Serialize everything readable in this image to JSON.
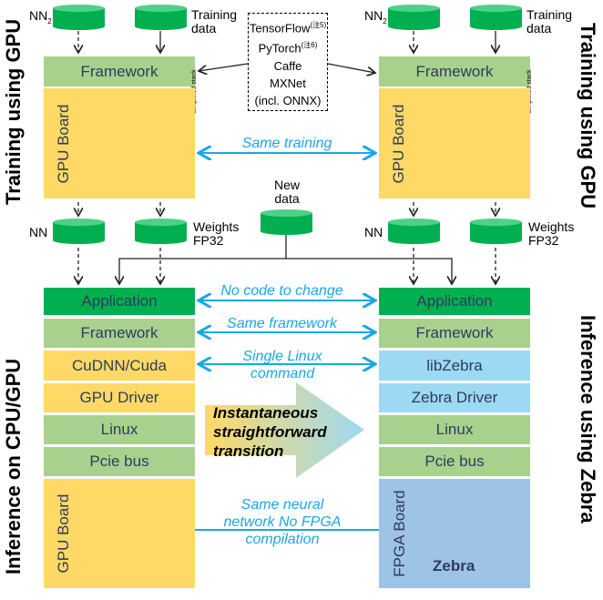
{
  "side_labels": {
    "left_top": "Training using GPU",
    "left_bottom": "Inference on CPU/GPU",
    "right_top": "Training using GPU",
    "right_bottom": "Inference using Zebra"
  },
  "training": {
    "nn_label": "NN",
    "nn_sub": "2",
    "data_label": "Training data",
    "framework": "Framework",
    "stack_note": "Simplified stack",
    "board": "GPU Board",
    "frameworks_box": [
      {
        "name": "TensorFlow",
        "note": "(注5)"
      },
      {
        "name": "PyTorch",
        "note": "(注6)"
      },
      {
        "name": "Caffe",
        "note": ""
      },
      {
        "name": "MXNet",
        "note": ""
      },
      {
        "name": "(incl. ONNX)",
        "note": ""
      }
    ],
    "same_training": "Same training"
  },
  "outputs": {
    "nn": "NN",
    "weights": "Weights FP32",
    "new_data": "New data"
  },
  "inference": {
    "left": [
      "Application",
      "Framework",
      "CuDNN/Cuda",
      "GPU Driver",
      "Linux",
      "Pcie bus"
    ],
    "right": [
      "Application",
      "Framework",
      "libZebra",
      "Zebra Driver",
      "Linux",
      "Pcie bus"
    ],
    "left_board": "GPU Board",
    "right_board": "FPGA Board",
    "chip_label": "Zebra",
    "links": [
      "No code to change",
      "Same framework",
      "Single Linux command"
    ],
    "transition": "Instantaneous straightforward transition",
    "bottom_link": "Same neural network No FPGA compilation"
  },
  "colors": {
    "app": "#00b050",
    "green": "#a9d18e",
    "gpu": "#ffd966",
    "zebra": "#9dd9f3",
    "fpga": "#9dc3e6",
    "arrow": "#1aa6e6",
    "neuron_train": "#ff0000",
    "neuron_infer": "#00b050"
  }
}
